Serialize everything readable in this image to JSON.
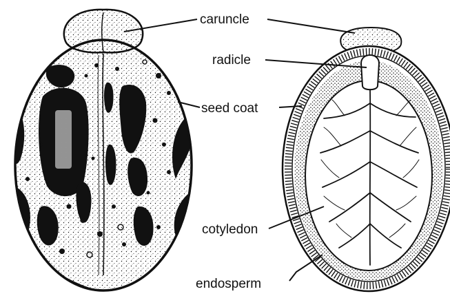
{
  "labels": {
    "caruncle": "caruncle",
    "radicle": "radicle",
    "seed_coat": "seed coat",
    "cotyledon": "cotyledon",
    "endosperm": "endosperm"
  },
  "colors": {
    "ink": "#111111",
    "paper": "#ffffff"
  }
}
